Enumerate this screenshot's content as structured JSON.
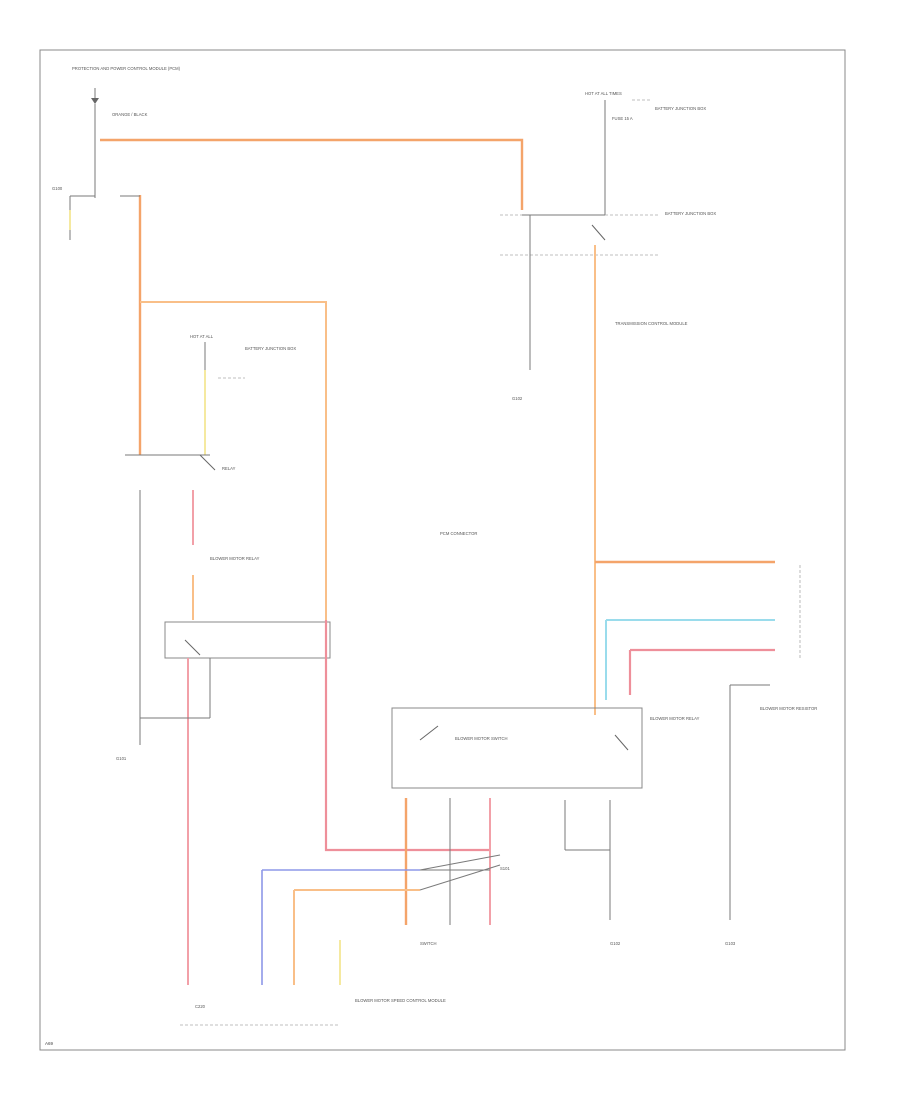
{
  "diagram": {
    "reference_code": "A69",
    "labels": {
      "top_left_source": "PROTECTION AND POWER CONTROL MODULE (PCM)",
      "left_ground": "G100",
      "upper_left_harness": "ORANGE / BLACK",
      "top_right_fuse": "HOT AT ALL TIMES",
      "right_fuse_label": "FUSE 15 A",
      "right_battery_junction": "BATTERY JUNCTION BOX",
      "right_mid_junction": "BATTERY JUNCTION BOX",
      "mid_left_hot": "HOT AT ALL",
      "mid_left_junction": "BATTERY JUNCTION BOX",
      "relay_upper": "RELAY",
      "relay_mid": "BLOWER MOTOR RELAY",
      "right_connector_block": "PCM CONNECTOR",
      "right_mid_module": "TRANSMISSION CONTROL MODULE",
      "right_ground_top": "G102",
      "right_relay_module": "BLOWER MOTOR RELAY",
      "right_side_label": "BLOWER MOTOR RESISTOR",
      "bottom_ground_left": "G101",
      "bottom_ground_mid": "G102",
      "bottom_ground_right": "G103",
      "bottom_module": "BLOWER MOTOR SPEED CONTROL MODULE",
      "bottom_connector": "C220",
      "lower_switch_label": "SWITCH",
      "lower_mid_label": "BLOWER MOTOR SWITCH",
      "splice": "S101"
    }
  }
}
